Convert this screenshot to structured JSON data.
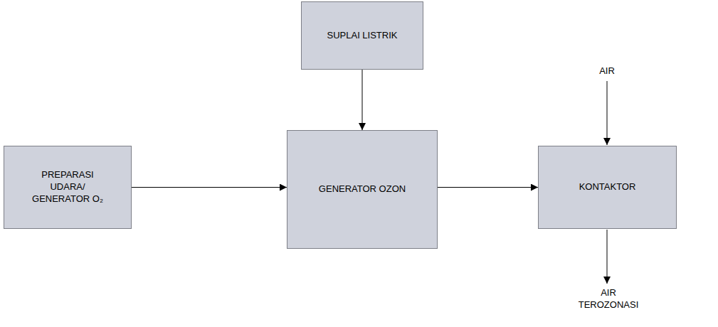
{
  "diagram": {
    "nodes": [
      {
        "text": [
          "SUPLAI LISTRIK"
        ]
      },
      {
        "text": [
          "PREPARASI UDARA/ GENERATOR O₂"
        ]
      },
      {
        "text": [
          "GENERATOR OZON"
        ]
      },
      {
        "text": [
          "KONTAKTOR"
        ]
      }
    ],
    "edges": [
      {
        "from": 0,
        "to": 2,
        "arrow": "to"
      },
      {
        "from": 1,
        "to": 2,
        "arrow": "to"
      },
      {
        "from": 2,
        "to": 3,
        "arrow": "to"
      }
    ],
    "labels": [
      "AIR",
      "AIR TEROZONASI"
    ]
  }
}
